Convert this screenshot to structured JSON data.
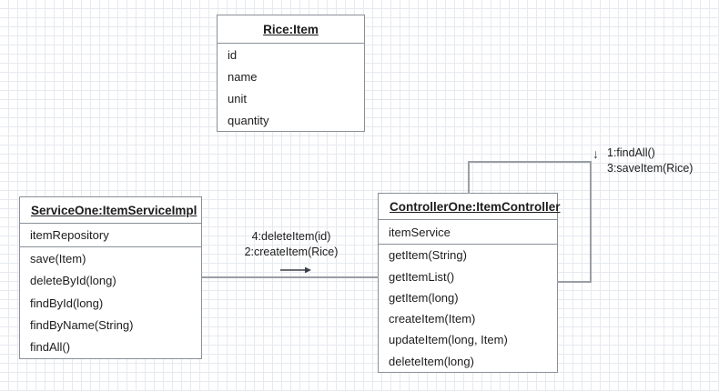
{
  "diagram": {
    "title": "UML communication diagram",
    "background": "#ffffff",
    "grid_color": "#e6e9ee",
    "border_color": "#8a8f98",
    "connector_color": "#9a9ea6",
    "text_color": "#1c1c1c"
  },
  "classes": [
    {
      "id": "rice-item",
      "title": "Rice:Item",
      "title_align": "center",
      "attributes": [
        "id",
        "name",
        "unit",
        "quantity"
      ],
      "operations": []
    },
    {
      "id": "service-one",
      "title": "ServiceOne:ItemServiceImpl",
      "title_align": "left",
      "attributes": [
        "itemRepository"
      ],
      "operations": [
        "save(Item)",
        "deleteById(long)",
        "findById(long)",
        "findByName(String)",
        "findAll()"
      ]
    },
    {
      "id": "controller-one",
      "title": "ControllerOne:ItemController",
      "title_align": "left",
      "attributes": [
        "itemService"
      ],
      "operations": [
        "getItem(String)",
        "getItemList()",
        "getItem(long)",
        "createItem(Item)",
        "updateItem(long, Item)",
        "deleteItem(long)"
      ]
    }
  ],
  "messages": {
    "controller_to_service": {
      "line1": "4:deleteItem(id)",
      "line2": "2:createItem(Rice)",
      "direction_icon": "arrow-right-icon"
    },
    "controller_self_loop": {
      "direction_icon": "arrow-down-icon",
      "direction_glyph": "↓",
      "line1": "1:findAll()",
      "line2": "3:saveItem(Rice)"
    }
  }
}
